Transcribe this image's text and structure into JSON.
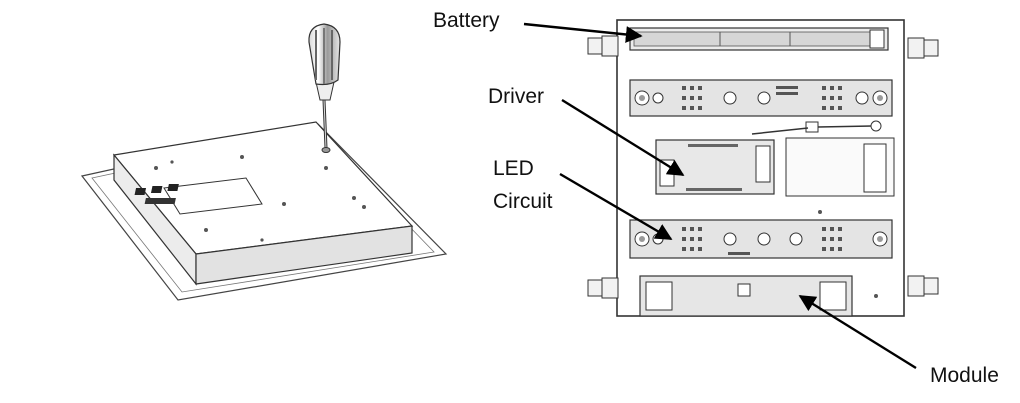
{
  "labels": {
    "battery": "Battery",
    "driver": "Driver",
    "led_line1": "LED",
    "led_line2": "Circuit",
    "module": "Module"
  }
}
